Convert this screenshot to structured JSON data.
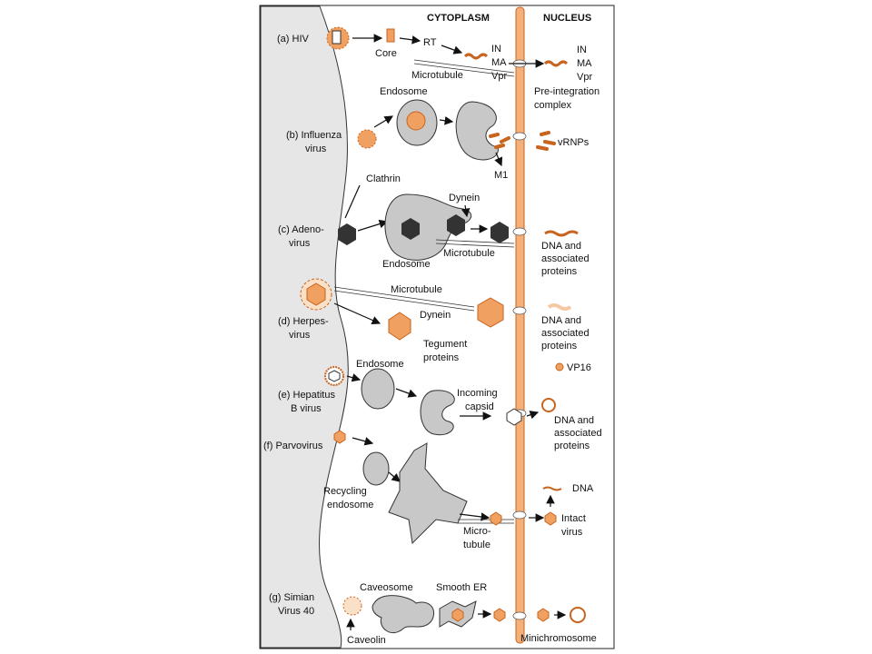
{
  "headers": {
    "cytoplasm": "CYTOPLASM",
    "nucleus": "NUCLEUS"
  },
  "colors": {
    "orange": "#f0a060",
    "orange_dark": "#c8641e",
    "gray": "#c8c8c8",
    "dark": "#333333",
    "membrane": "#e8e8e8"
  },
  "viruses": {
    "a": "(a) HIV",
    "b1": "(b) Influenza",
    "b2": "virus",
    "c1": "(c) Adeno-",
    "c2": "virus",
    "d1": "(d) Herpes-",
    "d2": "virus",
    "e1": "(e) Hepatitus",
    "e2": "B virus",
    "f": "(f) Parvovirus",
    "g1": "(g) Simian",
    "g2": "Virus 40"
  },
  "labels": {
    "core": "Core",
    "rt": "RT",
    "in1": "IN",
    "ma1": "MA",
    "vpr1": "Vpr",
    "microtubule_a": "Microtubule",
    "in2": "IN",
    "ma2": "MA",
    "vpr2": "Vpr",
    "preint1": "Pre-integration",
    "preint2": "complex",
    "endosome_b": "Endosome",
    "vrnps": "vRNPs",
    "m1": "M1",
    "clathrin": "Clathrin",
    "dynein_c": "Dynein",
    "endosome_c": "Endosome",
    "microtubule_c": "Microtubule",
    "dna_c1": "DNA and",
    "dna_c2": "associated",
    "dna_c3": "proteins",
    "microtubule_d": "Microtubule",
    "dynein_d": "Dynein",
    "tegument1": "Tegument",
    "tegument2": "proteins",
    "dna_d1": "DNA and",
    "dna_d2": "associated",
    "dna_d3": "proteins",
    "vp16": "VP16",
    "endosome_e": "Endosome",
    "incoming1": "Incoming",
    "incoming2": "capsid",
    "dna_e1": "DNA and",
    "dna_e2": "associated",
    "dna_e3": "proteins",
    "recycling1": "Recycling",
    "recycling2": "endosome",
    "micro_f1": "Micro-",
    "micro_f2": "tubule",
    "dna_f": "DNA",
    "intact1": "Intact",
    "intact2": "virus",
    "caveosome": "Caveosome",
    "smooth_er": "Smooth ER",
    "caveolin": "Caveolin",
    "minichromosome": "Minichromosome"
  }
}
